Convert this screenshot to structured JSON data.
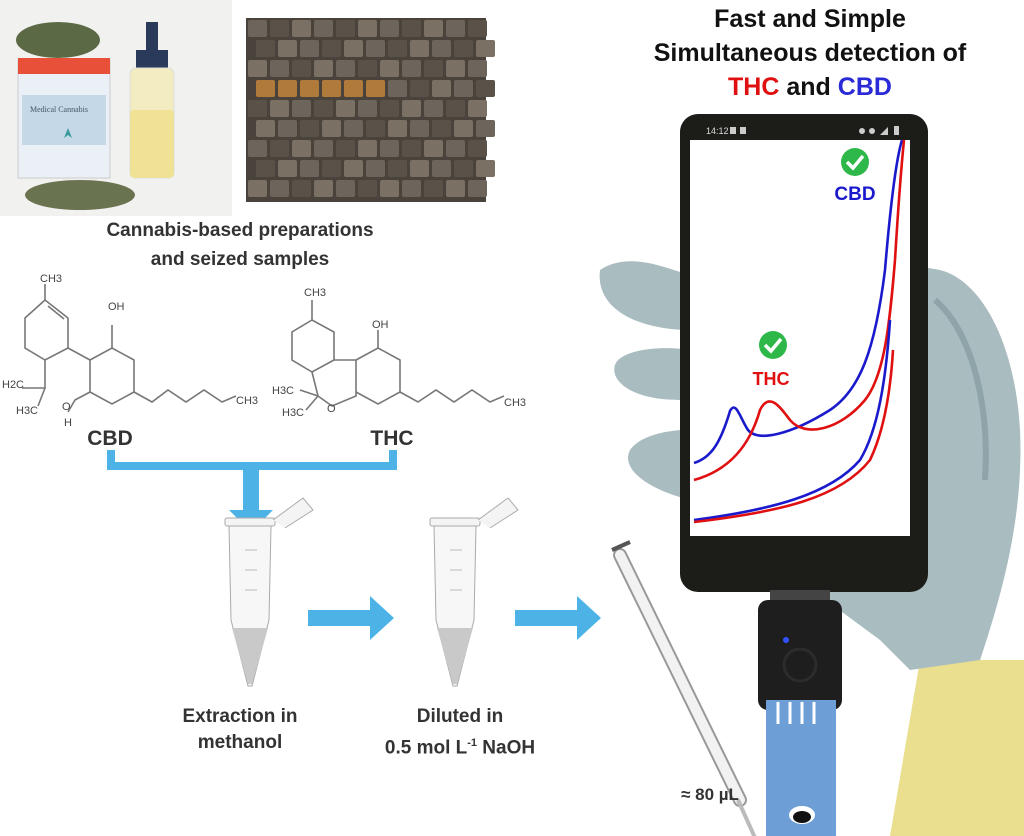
{
  "title": {
    "line1": "Fast and Simple",
    "line2": "Simultaneous detection of",
    "thc": "THC",
    "and": "and",
    "cbd": "CBD"
  },
  "caption": {
    "line1": "Cannabis-based preparations",
    "line2": "and seized samples"
  },
  "photo1": {
    "jar_label": "Medical Cannabis"
  },
  "structures": {
    "cbd": {
      "label": "CBD",
      "groups": [
        "CH3",
        "OH",
        "H2C",
        "H3C",
        "O",
        "H",
        "CH3"
      ]
    },
    "thc": {
      "label": "THC",
      "groups": [
        "CH3",
        "OH",
        "H3C",
        "H3C",
        "O",
        "CH3"
      ]
    }
  },
  "steps": {
    "extraction_line1": "Extraction in",
    "extraction_line2": "methanol",
    "diluted_line1": "Diluted in",
    "diluted_line2_pre": "0.5 mol L",
    "diluted_sup": "-1",
    "diluted_line2_post": " NaOH",
    "volume": "≈ 80 µL"
  },
  "phone": {
    "time": "14:12",
    "cbd_label": "CBD",
    "thc_label": "THC"
  },
  "colors": {
    "thc": "#e01010",
    "cbd": "#1a1acc",
    "arrow": "#4db3e6",
    "check": "#2eb84a"
  }
}
